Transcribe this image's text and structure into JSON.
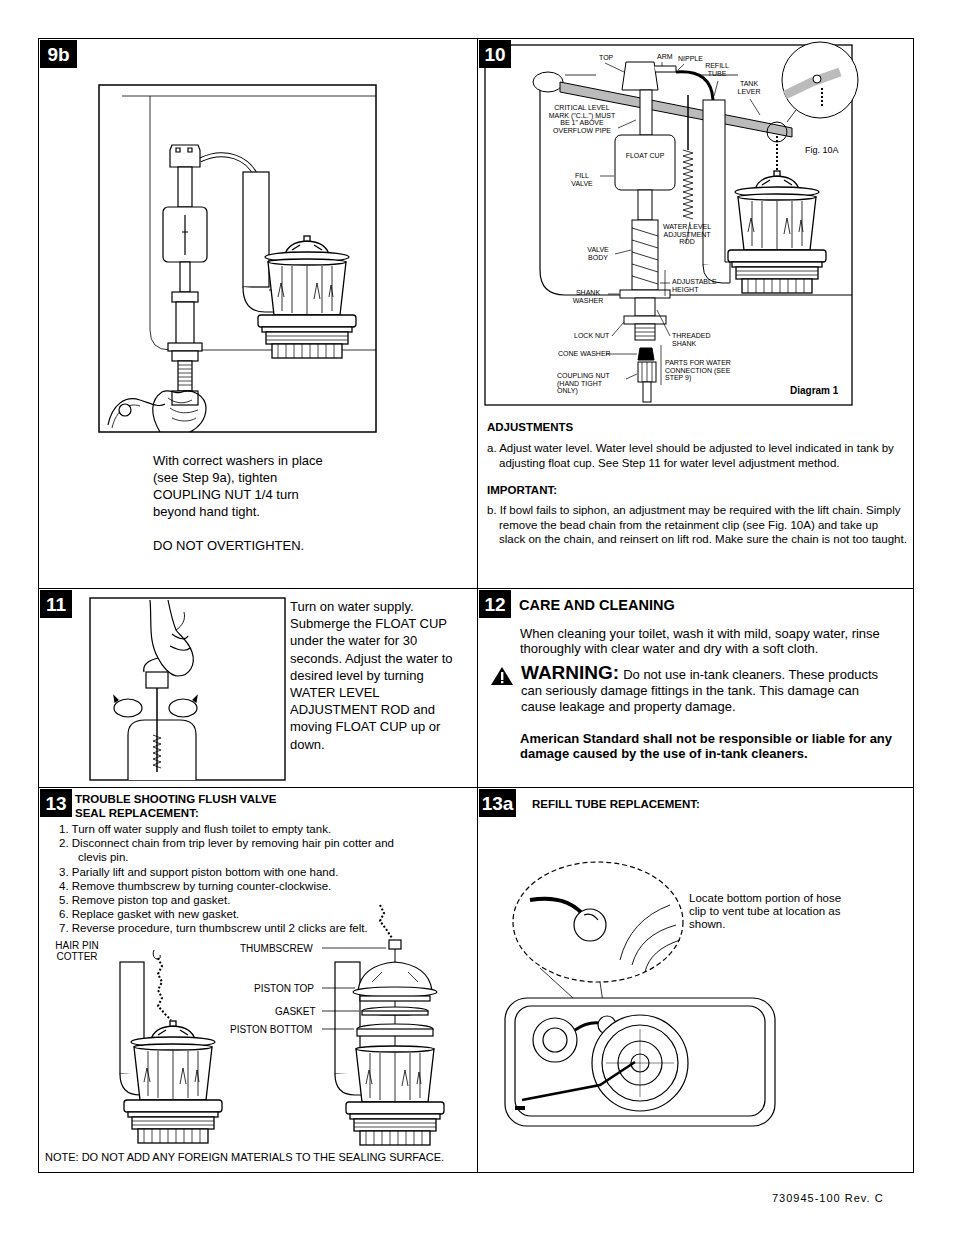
{
  "diagram": {
    "nodes": [
      {
        "text": [
          "With correct washers in place (see Step 9a), tighten COUPLING NUT 1/4 turn beyond hand tight.",
          "DO NOT OVERTIGHTEN."
        ]
      },
      {
        "text": [
          "9b"
        ],
        "in": 0
      },
      {
        "text": [
          "ADJUSTMENTS",
          "a. Adjust water level. Water level should be adjusted to level indicated in tank by adjusting float cup. See Step 11 for water level adjustment method.",
          "IMPORTANT:",
          "b. If bowl fails to siphon, an adjustment may be required with the lift chain. Simply remove the bead chain from the retainment clip (see Fig. 10A) and take up slack on the chain, and reinsert on lift rod. Make sure the chain is not too taught."
        ]
      },
      {
        "text": [
          "10"
        ],
        "in": 2
      },
      {
        "text": [
          "Turn on water supply. Submerge the FLOAT CUP under the water for 30 seconds. Adjust the water to desired level by turning WATER LEVEL ADJUSTMENT ROD and moving FLOAT CUP up or down."
        ]
      },
      {
        "text": [
          "11"
        ],
        "in": 4
      },
      {
        "text": [
          "CARE AND CLEANING",
          "When cleaning your toilet, wash it with mild, soapy water, rinse thoroughly with clear water and dry with a soft cloth.",
          "WARNING:",
          "Do not use in-tank cleaners. These products can seriously damage fittings in the tank. This damage can cause leakage and property damage.",
          "American Standard shall not be responsible or liable for any damage caused by the use of in-tank cleaners."
        ]
      },
      {
        "text": [
          "12"
        ],
        "in": 6
      },
      {
        "text": [
          "TROUBLE SHOOTING FLUSH VALVE SEAL REPLACEMENT:",
          "1. Turn off water supply and flush toilet to empty tank.",
          "2. Disconnect chain from trip lever by removing hair pin cotter and clevis pin.",
          "3. Parially lift and support piston bottom with one hand.",
          "4. Remove thumbscrew by turning counter-clockwise.",
          "5. Remove piston top and gasket.",
          "6. Replace gasket with new gasket.",
          "7. Reverse procedure, turn thumbscrew until 2 clicks are felt.",
          "NOTE: DO NOT ADD ANY FOREIGN MATERIALS TO THE SEALING SURFACE."
        ]
      },
      {
        "text": [
          "13"
        ],
        "in": 8
      },
      {
        "text": [
          "REFILL TUBE REPLACEMENT:",
          "Locate bottom portion of hose clip to vent tube at location as shown."
        ]
      },
      {
        "text": [
          "13a"
        ],
        "in": 10
      }
    ],
    "labels": [
      "TOP",
      "ARM",
      "NIPPLE",
      "REFILL TUBE",
      "TANK LEVER",
      "CRITICAL LEVEL MARK (\"C.L.\") MUST BE 1\" ABOVE OVERFLOW PIPE",
      "FLOAT CUP",
      "FILL VALVE",
      "Fig. 10A",
      "VALVE BODY",
      "WATER LEVEL ADJUSTMENT ROD",
      "ADJUSTABLE HEIGHT",
      "SHANK WASHER",
      "LOCK NUT",
      "THREADED SHANK",
      "CONE WASHER",
      "PARTS FOR WATER CONNECTION (SEE STEP 9)",
      "COUPLING NUT (HAND TIGHT ONLY)",
      "Diagram 1",
      "HAIR PIN COTTER",
      "THUMBSCREW",
      "PISTON TOP",
      "GASKET",
      "PISTON BOTTOM",
      "730945-100 Rev. C"
    ]
  }
}
